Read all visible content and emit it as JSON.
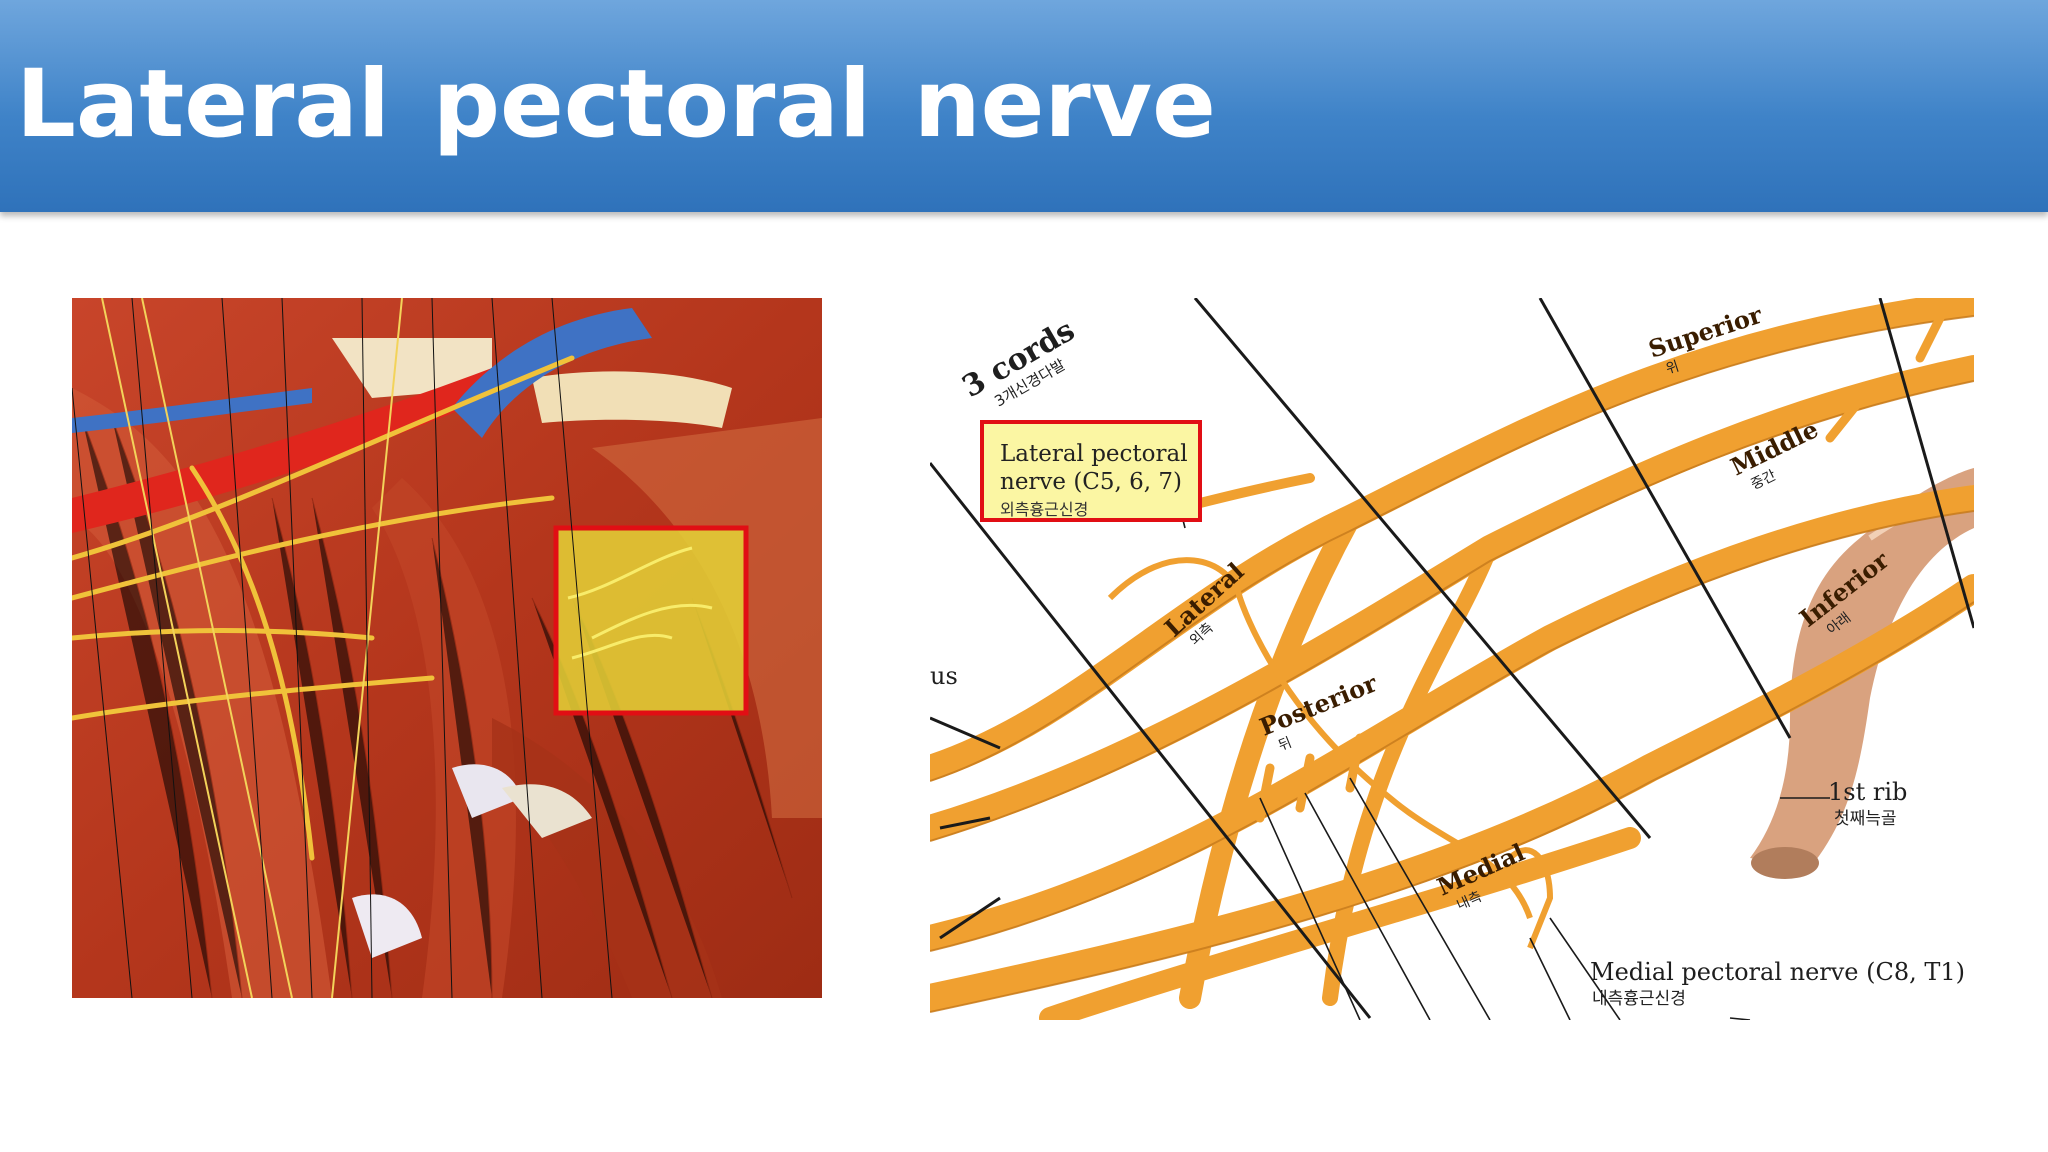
{
  "slide": {
    "title": "Lateral pectoral nerve"
  },
  "diagram": {
    "cords_label": "3 cords",
    "cords_korean": "3개신경다발",
    "callout": {
      "line1": "Lateral pectoral",
      "line2": "nerve (C5, 6, 7)",
      "korean": "외측흉근신경"
    },
    "trunks": {
      "superior": "Superior",
      "superior_korean": "위",
      "middle": "Middle",
      "middle_korean": "중간",
      "inferior": "Inferior",
      "inferior_korean": "아래"
    },
    "cords": {
      "lateral": "Lateral",
      "lateral_korean": "외측",
      "posterior": "Posterior",
      "posterior_korean": "뒤",
      "medial": "Medial",
      "medial_korean": "내측"
    },
    "partial_label": "us",
    "first_rib": "1st rib",
    "first_rib_korean": "첫째늑골",
    "medial_pectoral": "Medial pectoral nerve (C8, T1)",
    "medial_pectoral_korean": "내측흉근신경"
  },
  "colors": {
    "header_blue": "#3f83c8",
    "highlight_red": "#e10e14",
    "highlight_yellow": "#fbf6a3",
    "nerve_orange": "#f0a030"
  }
}
